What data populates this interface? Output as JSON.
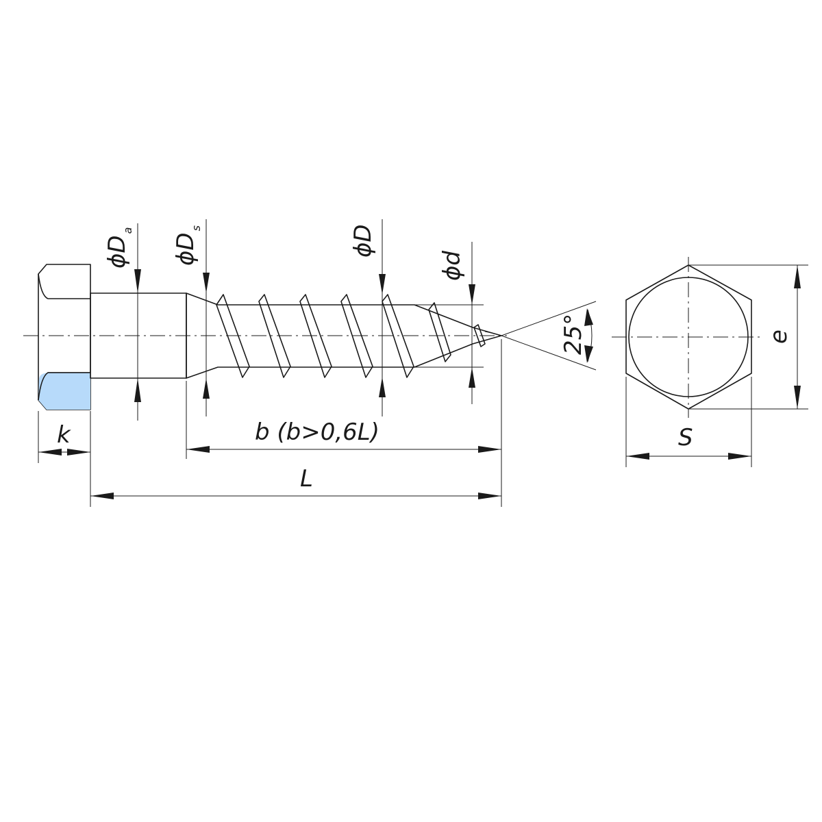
{
  "labels": {
    "diam_head_bearing_symbol": "ϕD",
    "diam_head_bearing_sub": "a",
    "diam_shank_symbol": "ϕD",
    "diam_shank_sub": "s",
    "diam_thread": "ϕD",
    "diam_core": "ϕd",
    "thread_length": "b (b>0,6L)",
    "total_length": "L",
    "head_height": "k",
    "point_angle": "25°",
    "across_flats": "S",
    "across_corners": "e"
  },
  "colors": {
    "line": "#1a1a1a",
    "fill_light": "#eaf4fd",
    "fill_mid": "#cfe6fb",
    "fill_head_face": "#b9dcfa"
  }
}
